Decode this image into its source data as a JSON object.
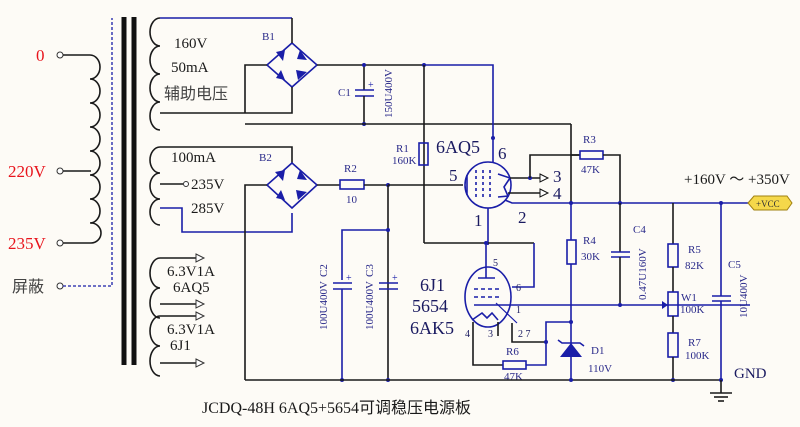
{
  "title": "JCDQ-48H  6AQ5+5654可调稳压电源板",
  "colors": {
    "wire": "#1a1a1a",
    "component": "#1a1ea8",
    "input_label": "#e8141c",
    "vcc_tag": "#f5d84a"
  },
  "primary": {
    "taps": [
      "0",
      "220V",
      "235V"
    ],
    "shield_label": "屏蔽"
  },
  "secondary": {
    "aux": {
      "voltage": "160V",
      "current": "50mA",
      "name": "辅助电压"
    },
    "main": {
      "current": "100mA",
      "tap1": "235V",
      "tap2": "285V"
    },
    "heater1": {
      "rating": "6.3V1A",
      "tube": "6AQ5"
    },
    "heater2": {
      "rating": "6.3V1A",
      "tube": "6J1"
    }
  },
  "components": {
    "B1": "B1",
    "B2": "B2",
    "C1": {
      "ref": "C1",
      "value": "150U400V"
    },
    "C2": {
      "ref": "C2",
      "value": "100U400V"
    },
    "C3": {
      "ref": "C3",
      "value": "100U400V"
    },
    "C4": {
      "ref": "C4",
      "value": "0.47U160V"
    },
    "C5": {
      "ref": "C5",
      "value": "10U400V"
    },
    "R1": {
      "ref": "R1",
      "value": "160K"
    },
    "R2": {
      "ref": "R2",
      "value": "10"
    },
    "R3": {
      "ref": "R3",
      "value": "47K"
    },
    "R4": {
      "ref": "R4",
      "value": "30K"
    },
    "R5": {
      "ref": "R5",
      "value": "82K"
    },
    "R6": {
      "ref": "R6",
      "value": "47K"
    },
    "R7": {
      "ref": "R7",
      "value": "100K"
    },
    "W1": {
      "ref": "W1",
      "value": "100K"
    },
    "D1": {
      "ref": "D1",
      "value": "110V"
    }
  },
  "tube1": {
    "name": "6AQ5",
    "pins": [
      "5",
      "6",
      "3",
      "4",
      "1",
      "2"
    ]
  },
  "tube2": {
    "names": [
      "6J1",
      "5654",
      "6AK5"
    ],
    "pins": [
      "5",
      "6",
      "1",
      "4",
      "3",
      "2 7"
    ]
  },
  "output": {
    "range": "+160V ～ +350V",
    "vcc": "+VCC",
    "gnd": "GND"
  }
}
